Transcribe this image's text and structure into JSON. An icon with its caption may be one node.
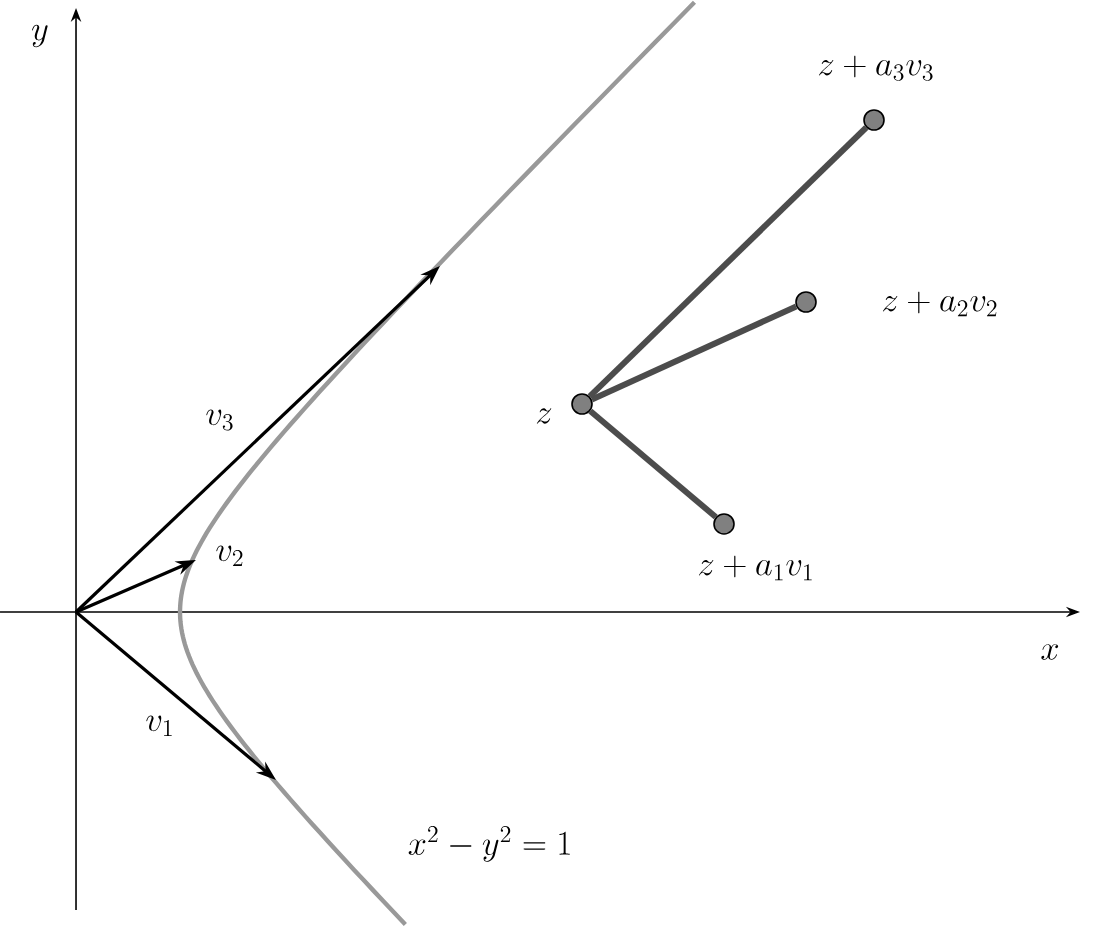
{
  "diagram": {
    "nodes": [
      {
        "text": [],
        "shape": "circle",
        "beside": [
          "z"
        ]
      },
      {
        "text": [],
        "shape": "circle",
        "beside": [
          "z + a_1v_1"
        ]
      },
      {
        "text": [],
        "shape": "circle",
        "beside": [
          "z + a_2v_2"
        ]
      },
      {
        "text": [],
        "shape": "circle",
        "beside": [
          "z + a_3v_3"
        ]
      }
    ],
    "edges": [
      {
        "from": 0,
        "to": 1,
        "arrow": "none"
      },
      {
        "from": 0,
        "to": 2,
        "arrow": "none"
      },
      {
        "from": 0,
        "to": 3,
        "arrow": "none"
      }
    ],
    "labels": [
      "y",
      "x",
      "v_3",
      "v_2",
      "v_1",
      "x^2 - y^2 = 1"
    ]
  }
}
